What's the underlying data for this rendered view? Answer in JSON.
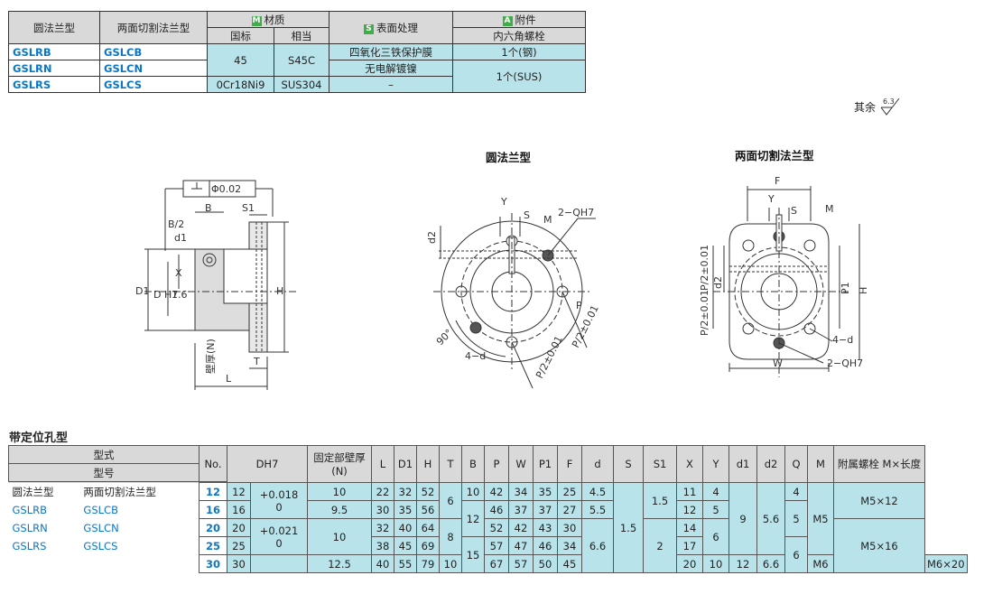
{
  "material_table": {
    "h_round": "圆法兰型",
    "h_cut": "两面切割法兰型",
    "h_material_tag": "M",
    "h_material": "材质",
    "h_national": "国标",
    "h_equiv": "相当",
    "h_surface_tag": "S",
    "h_surface": "表面处理",
    "h_acc_tag": "A",
    "h_acc": "附件",
    "h_acc_sub": "内六角螺栓",
    "rows": [
      {
        "round": "GSLRB",
        "cut": "GSLCB",
        "national": "45",
        "equiv": "S45C",
        "surface": "四氧化三铁保护膜",
        "acc": "1个(钢)"
      },
      {
        "round": "GSLRN",
        "cut": "GSLCN",
        "surface": "无电解镀镍",
        "acc": "1个(SUS)"
      },
      {
        "round": "GSLRS",
        "cut": "GSLCS",
        "national": "0Cr18Ni9",
        "equiv": "SUS304",
        "surface": "–"
      }
    ]
  },
  "other_label": "其余",
  "other_value": "6.3",
  "drawings": {
    "round_title": "圆法兰型",
    "cut_title": "两面切割法兰型",
    "side_labels": {
      "tol": "Φ0.02",
      "B2": "B/2",
      "B": "B",
      "S1": "S1",
      "d1": "d1",
      "X": "X",
      "D1": "D1",
      "DH7": "D H7",
      "H": "H",
      "rough": "1.6",
      "wall": "壁厚(N)",
      "L": "L",
      "T": "T"
    },
    "round_labels": {
      "Y": "Y",
      "S": "S",
      "M": "M",
      "Q": "2−QH7",
      "d2": "d2",
      "P": "P",
      "P2a": "P/2±0.01",
      "P2b": "P/2±0.01",
      "ang": "90°",
      "d4": "4−d"
    },
    "cut_labels": {
      "F": "F",
      "Y": "Y",
      "S": "S",
      "M": "M",
      "P2a": "P/2±0.01",
      "P2b": "P/2±0.01",
      "d2": "d2",
      "P1": "P1",
      "H": "H",
      "d4": "4−d",
      "W": "W",
      "Q": "2−QH7"
    }
  },
  "spec_title": "带定位孔型",
  "spec_table": {
    "h_type": "型式",
    "h_model": "型号",
    "h_no": "No.",
    "h_D": "DH7",
    "h_wall": "固定部壁厚(N)",
    "h_cols": [
      "L",
      "D1",
      "H",
      "T",
      "B",
      "P",
      "W",
      "P1",
      "F",
      "d",
      "S",
      "S1",
      "X",
      "Y",
      "d1",
      "d2",
      "Q",
      "M"
    ],
    "h_bolt": "附属螺栓 M×长度",
    "type_round": "圆法兰型",
    "type_cut": "两面切割法兰型",
    "models": [
      [
        "GSLRB",
        "GSLCB"
      ],
      [
        "GSLRN",
        "GSLCN"
      ],
      [
        "GSLRS",
        "GSLCS"
      ]
    ],
    "tol_a": "+0.018",
    "tol_b": "+0.021",
    "tol_zero": "0",
    "rows": [
      {
        "no": "12",
        "D": "12",
        "wall": "10",
        "L": "22",
        "D1": "32",
        "H": "52",
        "B": "10",
        "P": "42",
        "W": "34",
        "P1": "35",
        "F": "25",
        "d": "4.5",
        "X": "11",
        "Y": "4",
        "Q": "4"
      },
      {
        "no": "16",
        "D": "16",
        "wall": "9.5",
        "L": "30",
        "D1": "35",
        "H": "56",
        "P": "46",
        "W": "37",
        "P1": "37",
        "F": "27",
        "d": "5.5",
        "X": "12",
        "Y": "5"
      },
      {
        "no": "20",
        "D": "20",
        "wall": "10",
        "L": "32",
        "D1": "40",
        "H": "64",
        "P": "52",
        "W": "42",
        "P1": "43",
        "F": "30",
        "X": "14"
      },
      {
        "no": "25",
        "D": "25",
        "L": "38",
        "D1": "45",
        "H": "69",
        "P": "57",
        "W": "47",
        "P1": "46",
        "F": "34",
        "X": "17"
      },
      {
        "no": "30",
        "D": "30",
        "wall": "12.5",
        "L": "40",
        "D1": "55",
        "H": "79",
        "T": "10",
        "P": "67",
        "W": "57",
        "P1": "50",
        "F": "45",
        "X": "20",
        "Y": "10",
        "d1": "12",
        "d2": "6.6",
        "M": "M6",
        "bolt": "M6×20"
      }
    ],
    "merged": {
      "T_a": "6",
      "T_b": "8",
      "B_b": "12",
      "B_c": "15",
      "d_c": "6.6",
      "S": "1.5",
      "S1_a": "1.5",
      "S1_b": "2",
      "Y_c": "6",
      "d1": "9",
      "d2": "5.6",
      "Q_b": "5",
      "Q_c": "6",
      "M": "M5",
      "bolt_a": "M5×12",
      "bolt_b": "M5×16"
    }
  }
}
